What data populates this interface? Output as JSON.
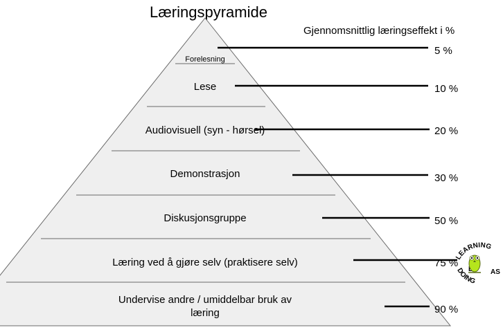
{
  "title": "Læringspyramide",
  "subtitle": "Gjennomsnittlig læringseffekt i %",
  "levels": [
    {
      "label": "Forelesning",
      "percent": "5 %"
    },
    {
      "label": "Lese",
      "percent": "10 %"
    },
    {
      "label": "Audiovisuell (syn - hørsel)",
      "percent": "20 %"
    },
    {
      "label": "Demonstrasjon",
      "percent": "30 %"
    },
    {
      "label": "Diskusjonsgruppe",
      "percent": "50 %"
    },
    {
      "label": "Læring ved å gjøre selv (praktisere selv)",
      "percent": "75 %"
    },
    {
      "label_line1": "Undervise andre / umiddelbar bruk av",
      "label_line2": "læring",
      "percent": "90 %"
    }
  ],
  "logo": {
    "word_top": "LEARNING",
    "word_bottom": "DOING",
    "connector": "BY",
    "suffix": "AS"
  },
  "colors": {
    "pyramid_fill": "#efefef",
    "pyramid_stroke": "#6a6a6a",
    "connector_line": "#000000",
    "owl_green": "#b5e51d",
    "owl_dark": "#5a6b1a"
  }
}
